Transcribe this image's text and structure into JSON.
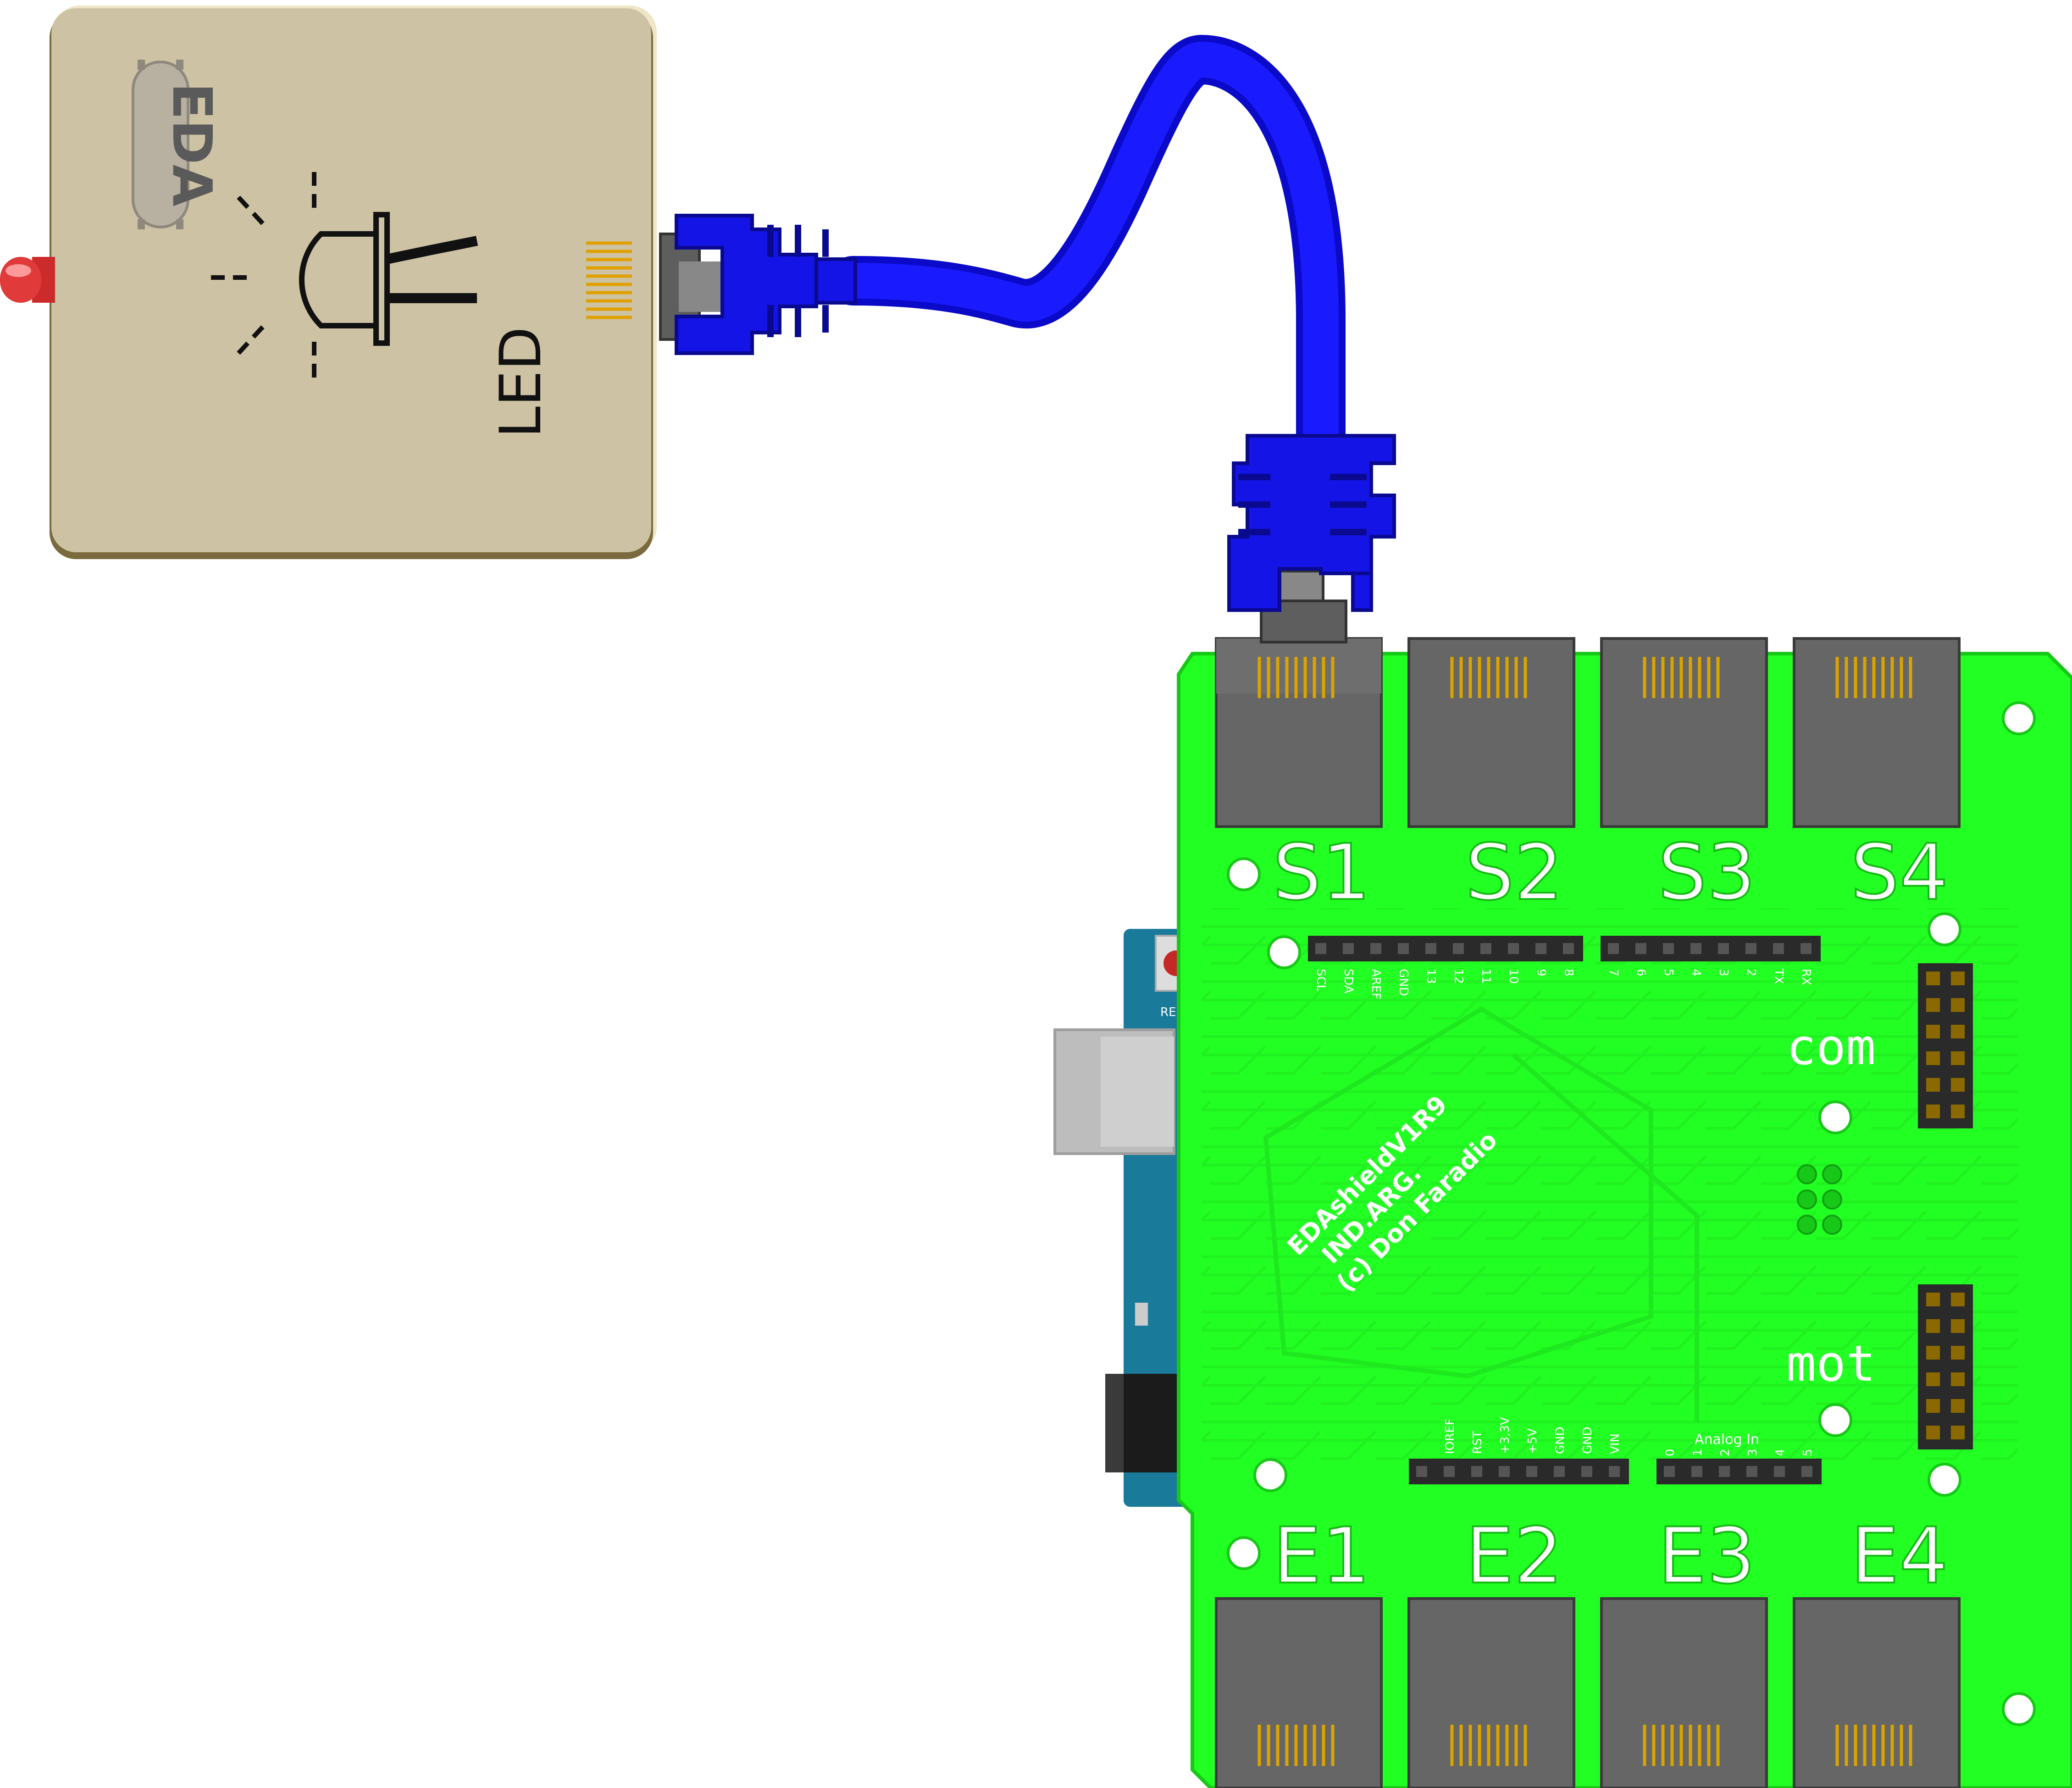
{
  "module": {
    "logo": "EDA",
    "label": "LED"
  },
  "shield": {
    "sensor_ports": [
      "S1",
      "S2",
      "S3",
      "S4"
    ],
    "actuator_ports": [
      "E1",
      "E2",
      "E3",
      "E4"
    ],
    "com_label": "com",
    "mot_label": "mot",
    "credit_lines": [
      "EDAshieldV1R9",
      "IND.ARG.",
      "(c) Don Faradio"
    ],
    "digital_pins_left": [
      "SCL",
      "SDA",
      "AREF",
      "GND",
      "13",
      "12",
      "11",
      "10",
      "9",
      "8"
    ],
    "digital_pins_right": [
      "7",
      "6",
      "5",
      "4",
      "3",
      "2",
      "TX",
      "RX"
    ],
    "power_pins": [
      "IOREF",
      "RST",
      "+3,3V",
      "+5V",
      "GND",
      "GND",
      "VIN"
    ],
    "analog_title": "Analog In",
    "analog_pins": [
      "0",
      "1",
      "2",
      "3",
      "4",
      "5"
    ]
  },
  "arduino": {
    "reset_label": "RES"
  },
  "colors": {
    "pcb": "#22ff22",
    "cable": "#1010ee",
    "module_body": "#cdc2a3",
    "arduino": "#1a7a9a",
    "jack": "#666666"
  }
}
